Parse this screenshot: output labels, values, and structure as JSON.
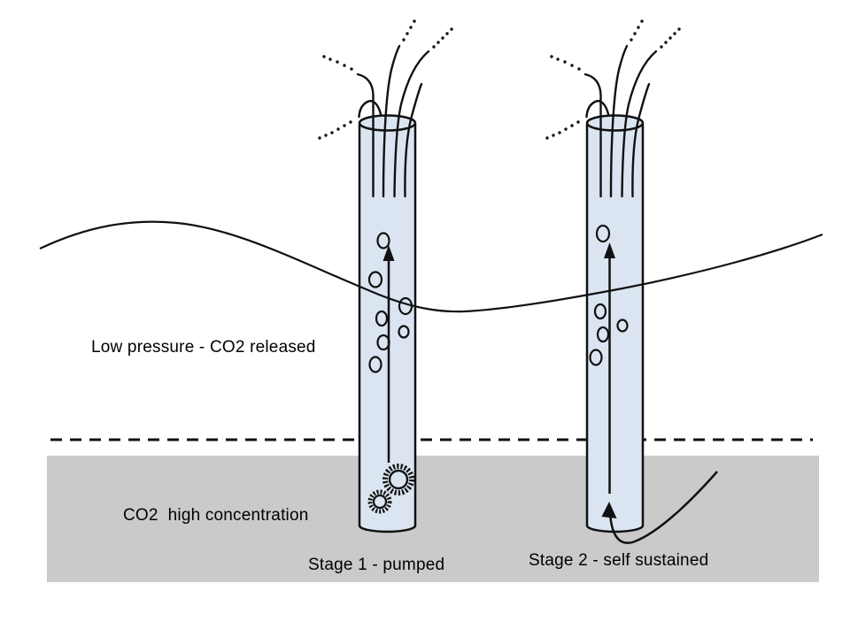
{
  "diagram": {
    "type": "two-stage CO2 gas lift schematic",
    "labels": {
      "low_pressure": "Low pressure - CO2 released",
      "high_concentration": "CO2  high concentration",
      "stage1": "Stage 1 - pumped",
      "stage2": "Stage 2 - self sustained"
    },
    "colors": {
      "background": "#ffffff",
      "tube_fill": "#dbe5f1",
      "co2_layer_fill": "#cacaca",
      "line": "#111111"
    },
    "elements": {
      "water_surface": "wavy line crossing both tubes",
      "co2_layer_top_boundary": "horizontal dashed line",
      "stage1_tube": {
        "bubble_count": 7,
        "pump": "two meshed gears near base",
        "flow_arrow": "upward"
      },
      "stage2_tube": {
        "bubble_count": 5,
        "inflow_arrow": "curved arrow entering tube base",
        "flow_arrow": "upward"
      },
      "tube_tops": "fountain spray lines with dotted trajectories"
    }
  }
}
